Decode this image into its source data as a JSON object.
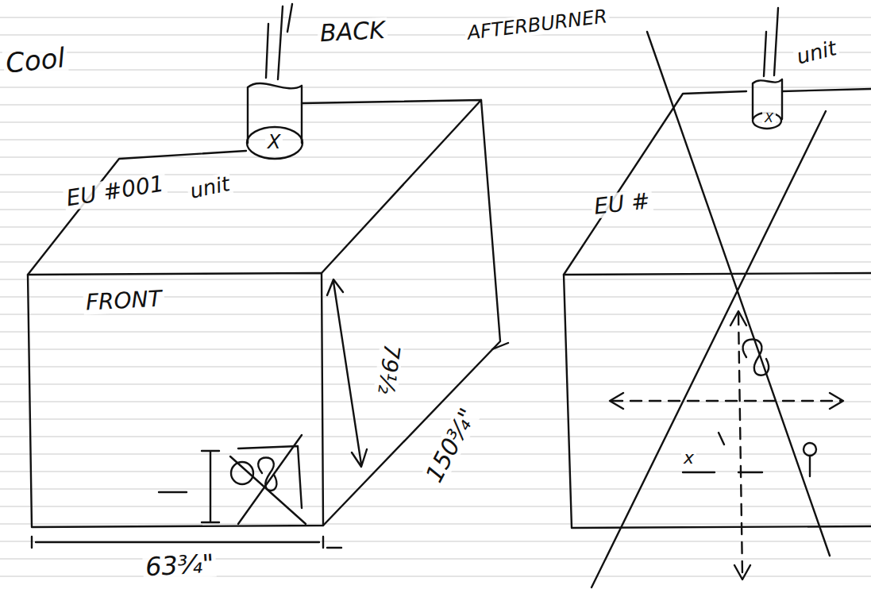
{
  "diagram": {
    "labels": [
      "Cool",
      "BACK",
      "AFTERBURNER",
      "X",
      "EU #001",
      "unit",
      "FRONT",
      "79½",
      "150¾\"",
      "63¾\"",
      "X",
      "EU #",
      "unit",
      "x"
    ]
  }
}
